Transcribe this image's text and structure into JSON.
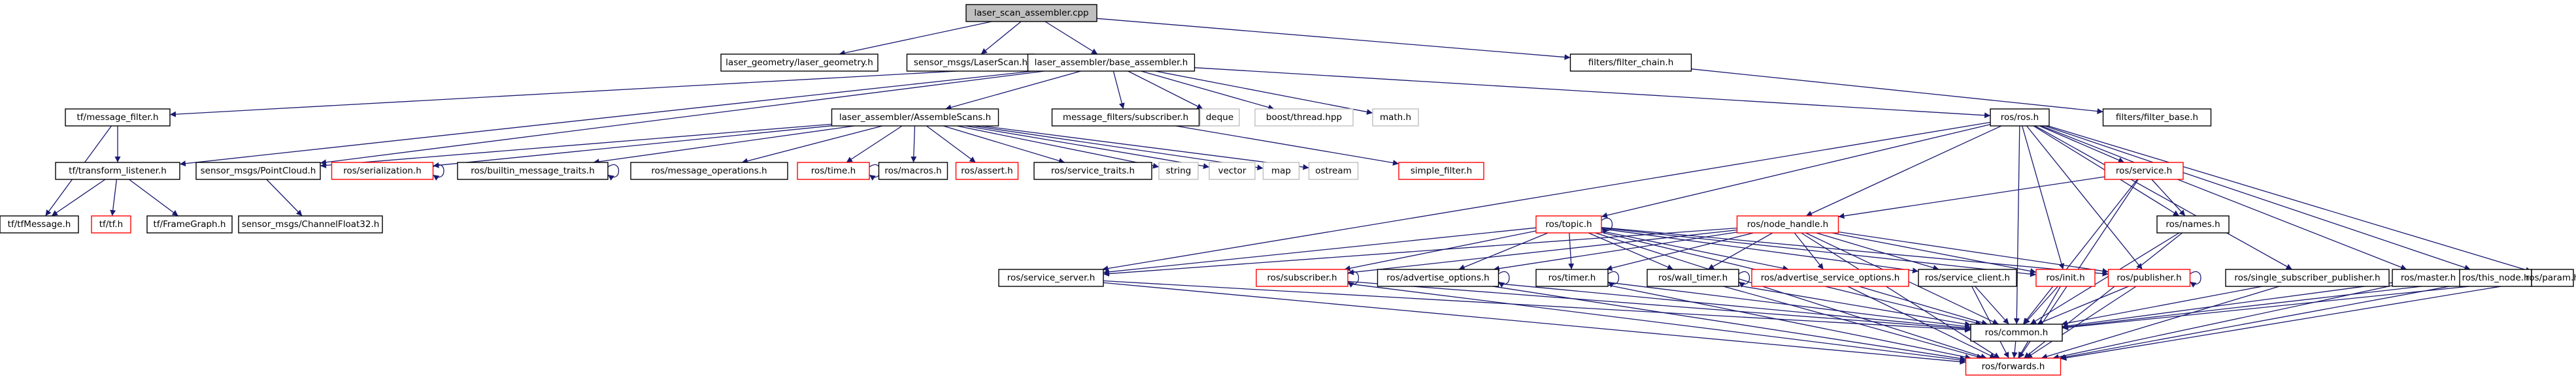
{
  "graph": {
    "colors": {
      "edge": "#191970",
      "root_fill": "#bfbfbf",
      "root_stroke": "#000000",
      "doc_stroke": "#000000",
      "ext_stroke": "#ff0000",
      "sys_stroke": "#bfbfbf",
      "text": "#000000"
    },
    "nodes": [
      {
        "id": "n0",
        "label": "laser_scan_assembler.cpp",
        "style": "root"
      },
      {
        "id": "n1",
        "label": "laser_geometry/laser_geometry.h",
        "style": "doc"
      },
      {
        "id": "n2",
        "label": "sensor_msgs/LaserScan.h",
        "style": "doc"
      },
      {
        "id": "n3",
        "label": "laser_assembler/base_assembler.h",
        "style": "doc"
      },
      {
        "id": "n4",
        "label": "filters/filter_chain.h",
        "style": "doc"
      },
      {
        "id": "n5",
        "label": "tf/message_filter.h",
        "style": "doc"
      },
      {
        "id": "n6",
        "label": "laser_assembler/AssembleScans.h",
        "style": "doc"
      },
      {
        "id": "n7",
        "label": "message_filters/subscriber.h",
        "style": "doc"
      },
      {
        "id": "n8",
        "label": "deque",
        "style": "sys"
      },
      {
        "id": "n9",
        "label": "boost/thread.hpp",
        "style": "sys"
      },
      {
        "id": "n10",
        "label": "math.h",
        "style": "sys"
      },
      {
        "id": "n11",
        "label": "ros/ros.h",
        "style": "doc"
      },
      {
        "id": "n12",
        "label": "filters/filter_base.h",
        "style": "doc"
      },
      {
        "id": "n13",
        "label": "tf/transform_listener.h",
        "style": "doc"
      },
      {
        "id": "n14",
        "label": "sensor_msgs/PointCloud.h",
        "style": "doc"
      },
      {
        "id": "n15",
        "label": "ros/serialization.h",
        "style": "ext"
      },
      {
        "id": "n16",
        "label": "ros/builtin_message_traits.h",
        "style": "doc"
      },
      {
        "id": "n17",
        "label": "ros/message_operations.h",
        "style": "doc"
      },
      {
        "id": "n18",
        "label": "ros/time.h",
        "style": "ext"
      },
      {
        "id": "n19",
        "label": "ros/macros.h",
        "style": "doc"
      },
      {
        "id": "n20",
        "label": "ros/assert.h",
        "style": "ext"
      },
      {
        "id": "n21",
        "label": "ros/service_traits.h",
        "style": "doc"
      },
      {
        "id": "n22",
        "label": "string",
        "style": "sys"
      },
      {
        "id": "n23",
        "label": "vector",
        "style": "sys"
      },
      {
        "id": "n24",
        "label": "map",
        "style": "sys"
      },
      {
        "id": "n25",
        "label": "ostream",
        "style": "sys"
      },
      {
        "id": "n26",
        "label": "simple_filter.h",
        "style": "ext"
      },
      {
        "id": "n27",
        "label": "ros/service.h",
        "style": "ext"
      },
      {
        "id": "n28",
        "label": "tf/tfMessage.h",
        "style": "doc"
      },
      {
        "id": "n29",
        "label": "tf/tf.h",
        "style": "ext"
      },
      {
        "id": "n30",
        "label": "tf/FrameGraph.h",
        "style": "doc"
      },
      {
        "id": "n31",
        "label": "sensor_msgs/ChannelFloat32.h",
        "style": "doc"
      },
      {
        "id": "n32",
        "label": "ros/topic.h",
        "style": "ext"
      },
      {
        "id": "n33",
        "label": "ros/node_handle.h",
        "style": "ext"
      },
      {
        "id": "n34",
        "label": "ros/names.h",
        "style": "doc"
      },
      {
        "id": "n35",
        "label": "ros/service_server.h",
        "style": "doc"
      },
      {
        "id": "n36",
        "label": "ros/subscriber.h",
        "style": "ext"
      },
      {
        "id": "n37",
        "label": "ros/advertise_options.h",
        "style": "doc"
      },
      {
        "id": "n38",
        "label": "ros/timer.h",
        "style": "doc"
      },
      {
        "id": "n39",
        "label": "ros/wall_timer.h",
        "style": "doc"
      },
      {
        "id": "n40",
        "label": "ros/advertise_service_options.h",
        "style": "ext"
      },
      {
        "id": "n41",
        "label": "ros/service_client.h",
        "style": "doc"
      },
      {
        "id": "n42",
        "label": "ros/init.h",
        "style": "ext"
      },
      {
        "id": "n43",
        "label": "ros/publisher.h",
        "style": "ext"
      },
      {
        "id": "n44",
        "label": "ros/single_subscriber_publisher.h",
        "style": "doc"
      },
      {
        "id": "n45",
        "label": "ros/master.h",
        "style": "doc"
      },
      {
        "id": "n46",
        "label": "ros/this_node.h",
        "style": "doc"
      },
      {
        "id": "n47",
        "label": "ros/param.h",
        "style": "doc"
      },
      {
        "id": "n48",
        "label": "ros/common.h",
        "style": "doc"
      },
      {
        "id": "n49",
        "label": "ros/forwards.h",
        "style": "ext"
      }
    ],
    "edges": [
      [
        "n0",
        "n1"
      ],
      [
        "n0",
        "n2"
      ],
      [
        "n0",
        "n3"
      ],
      [
        "n0",
        "n4"
      ],
      [
        "n3",
        "n5"
      ],
      [
        "n3",
        "n6"
      ],
      [
        "n3",
        "n7"
      ],
      [
        "n3",
        "n8"
      ],
      [
        "n3",
        "n9"
      ],
      [
        "n3",
        "n10"
      ],
      [
        "n3",
        "n11"
      ],
      [
        "n3",
        "n13"
      ],
      [
        "n3",
        "n14"
      ],
      [
        "n4",
        "n12"
      ],
      [
        "n5",
        "n13"
      ],
      [
        "n5",
        "n28"
      ],
      [
        "n6",
        "n15"
      ],
      [
        "n6",
        "n16"
      ],
      [
        "n6",
        "n17"
      ],
      [
        "n6",
        "n18"
      ],
      [
        "n6",
        "n19"
      ],
      [
        "n6",
        "n20"
      ],
      [
        "n6",
        "n21"
      ],
      [
        "n6",
        "n22"
      ],
      [
        "n6",
        "n23"
      ],
      [
        "n6",
        "n24"
      ],
      [
        "n6",
        "n25"
      ],
      [
        "n6",
        "n14"
      ],
      [
        "n7",
        "n26"
      ],
      [
        "n13",
        "n28"
      ],
      [
        "n13",
        "n29"
      ],
      [
        "n13",
        "n30"
      ],
      [
        "n14",
        "n31"
      ],
      [
        "n15",
        "n15"
      ],
      [
        "n16",
        "n16"
      ],
      [
        "n18",
        "n18"
      ],
      [
        "n11",
        "n27"
      ],
      [
        "n11",
        "n32"
      ],
      [
        "n11",
        "n33"
      ],
      [
        "n11",
        "n34"
      ],
      [
        "n11",
        "n35"
      ],
      [
        "n11",
        "n42"
      ],
      [
        "n11",
        "n43"
      ],
      [
        "n11",
        "n44"
      ],
      [
        "n11",
        "n45"
      ],
      [
        "n11",
        "n46"
      ],
      [
        "n11",
        "n47"
      ],
      [
        "n11",
        "n48"
      ],
      [
        "n27",
        "n33"
      ],
      [
        "n27",
        "n34"
      ],
      [
        "n27",
        "n48"
      ],
      [
        "n27",
        "n49"
      ],
      [
        "n32",
        "n32"
      ],
      [
        "n32",
        "n35"
      ],
      [
        "n32",
        "n36"
      ],
      [
        "n32",
        "n37"
      ],
      [
        "n32",
        "n38"
      ],
      [
        "n32",
        "n39"
      ],
      [
        "n32",
        "n40"
      ],
      [
        "n32",
        "n41"
      ],
      [
        "n32",
        "n42"
      ],
      [
        "n32",
        "n43"
      ],
      [
        "n32",
        "n48"
      ],
      [
        "n32",
        "n49"
      ],
      [
        "n33",
        "n35"
      ],
      [
        "n33",
        "n36"
      ],
      [
        "n33",
        "n37"
      ],
      [
        "n33",
        "n38"
      ],
      [
        "n33",
        "n39"
      ],
      [
        "n33",
        "n40"
      ],
      [
        "n33",
        "n41"
      ],
      [
        "n33",
        "n42"
      ],
      [
        "n33",
        "n43"
      ],
      [
        "n33",
        "n48"
      ],
      [
        "n33",
        "n49"
      ],
      [
        "n34",
        "n48"
      ],
      [
        "n34",
        "n49"
      ],
      [
        "n35",
        "n48"
      ],
      [
        "n35",
        "n49"
      ],
      [
        "n36",
        "n36"
      ],
      [
        "n36",
        "n48"
      ],
      [
        "n36",
        "n49"
      ],
      [
        "n37",
        "n37"
      ],
      [
        "n37",
        "n48"
      ],
      [
        "n37",
        "n49"
      ],
      [
        "n38",
        "n38"
      ],
      [
        "n38",
        "n48"
      ],
      [
        "n38",
        "n49"
      ],
      [
        "n39",
        "n39"
      ],
      [
        "n39",
        "n48"
      ],
      [
        "n39",
        "n49"
      ],
      [
        "n40",
        "n48"
      ],
      [
        "n40",
        "n49"
      ],
      [
        "n41",
        "n48"
      ],
      [
        "n41",
        "n49"
      ],
      [
        "n42",
        "n48"
      ],
      [
        "n42",
        "n49"
      ],
      [
        "n43",
        "n43"
      ],
      [
        "n43",
        "n48"
      ],
      [
        "n43",
        "n49"
      ],
      [
        "n44",
        "n48"
      ],
      [
        "n44",
        "n49"
      ],
      [
        "n45",
        "n48"
      ],
      [
        "n45",
        "n49"
      ],
      [
        "n46",
        "n48"
      ],
      [
        "n46",
        "n49"
      ],
      [
        "n47",
        "n48"
      ],
      [
        "n47",
        "n49"
      ],
      [
        "n48",
        "n49"
      ]
    ]
  }
}
